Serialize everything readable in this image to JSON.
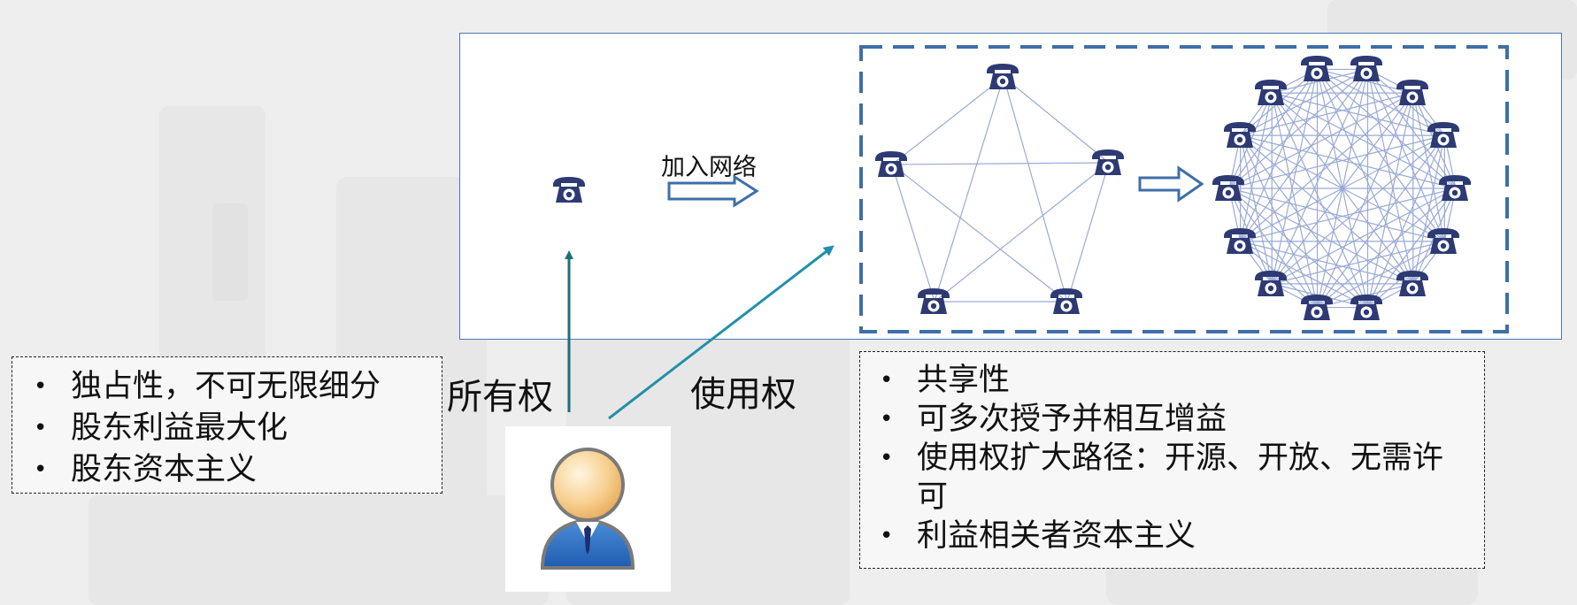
{
  "network": {
    "join_label": "加入网络",
    "node_icon": "telephone-icon",
    "pentagon_nodes": 5,
    "mesh_nodes": 14
  },
  "rights": {
    "ownership": "所有权",
    "usage": "使用权"
  },
  "ownership_properties": [
    "独占性，不可无限细分",
    "股东利益最大化",
    "股东资本主义"
  ],
  "usage_properties": [
    "共享性",
    "可多次授予并相互增益",
    "使用权扩大路径：开源、开放、无需许可",
    "利益相关者资本主义"
  ],
  "user_icon": "businessman-avatar-icon",
  "colors": {
    "panel_border": "#4a78b4",
    "dashed_frame": "#3f6ea8",
    "phone": "#2d3a73",
    "edge": "#9aaad6",
    "arrow_ownership": "#1d6f7a",
    "arrow_usage": "#2290a8",
    "background": "#eeeeee"
  }
}
